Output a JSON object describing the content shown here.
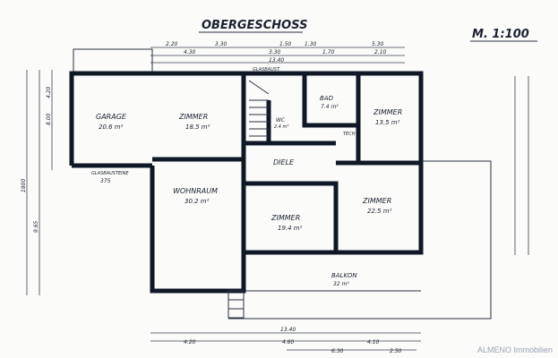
{
  "title": "OBERGESCHOSS",
  "scale": "M. 1:100",
  "rooms": {
    "garage": {
      "name": "GARAGE",
      "area": "20.6 m²"
    },
    "zimmer1": {
      "name": "ZIMMER",
      "area": "18.5 m²"
    },
    "bad": {
      "name": "BAD",
      "area": "7.4 m²"
    },
    "zimmer2": {
      "name": "ZIMMER",
      "area": "13.5 m²"
    },
    "wc": {
      "name": "WC",
      "area": "2.4 m²"
    },
    "diele": {
      "name": "DIELE"
    },
    "wohnraum": {
      "name": "WOHNRAUM",
      "area": "30.2 m²"
    },
    "zimmer3": {
      "name": "ZIMMER",
      "area": "19.4 m²"
    },
    "zimmer4": {
      "name": "ZIMMER",
      "area": "22.5 m²"
    },
    "balkon": {
      "name": "BALKON",
      "area": "32 m²"
    }
  },
  "labels": {
    "glasbaustein_top": "GLASBAUST.",
    "glasbausteine": "GLASBAUSTEINE",
    "glasbau_len": "375",
    "tech": "TECH"
  },
  "dims_top": {
    "row1": [
      "2.20",
      "3.30",
      "1.50",
      "1.30",
      "5.30"
    ],
    "row2": [
      "4.30",
      "3.30",
      "1.70",
      "2.10"
    ],
    "total": "13.40"
  },
  "dims_bottom": {
    "total": "13.40",
    "row1": [
      "4.20",
      "4.60",
      "4.10"
    ],
    "row2": [
      "6.30",
      "2.50"
    ]
  },
  "dims_left": [
    "1800",
    "9.65",
    "8.00",
    "4.20"
  ],
  "watermark": "ALMENO Immobilien"
}
